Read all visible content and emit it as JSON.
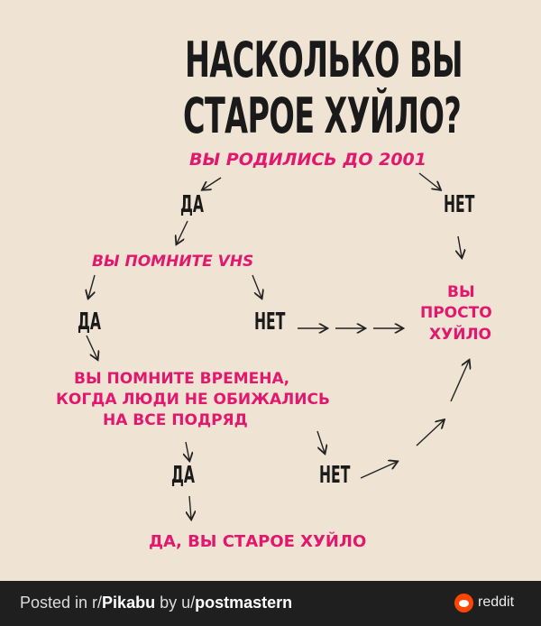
{
  "title": {
    "line1": "НАСКОЛЬКО ВЫ",
    "line2": "СТАРОЕ ХУЙЛО?"
  },
  "q1": "ВЫ РОДИЛИСЬ ДО 2001",
  "q1_yes": "ДА",
  "q1_no": "НЕТ",
  "q2": "ВЫ ПОМНИТЕ VHS",
  "q2_yes": "ДА",
  "q2_no": "НЕТ",
  "result_just": {
    "line1": "ВЫ",
    "line2": "ПРОСТО",
    "line3": "ХУЙЛО"
  },
  "q3": {
    "line1": "ВЫ ПОМНИТЕ ВРЕМЕНА,",
    "line2": "КОГДА ЛЮДИ НЕ ОБИЖАЛИСЬ",
    "line3": "НА ВСЕ ПОДРЯД"
  },
  "q3_yes": "ДА",
  "q3_no": "НЕТ",
  "result_old": "ДА, ВЫ СТАРОЕ ХУЙЛО",
  "footer": {
    "posted_in": "Posted in r/",
    "subreddit": "Pikabu",
    "by": " by u/",
    "user": "postmastern",
    "brand": "reddit"
  },
  "colors": {
    "pink": "#e2176e",
    "background": "#efe4d3",
    "footer": "#1f1f1f"
  }
}
